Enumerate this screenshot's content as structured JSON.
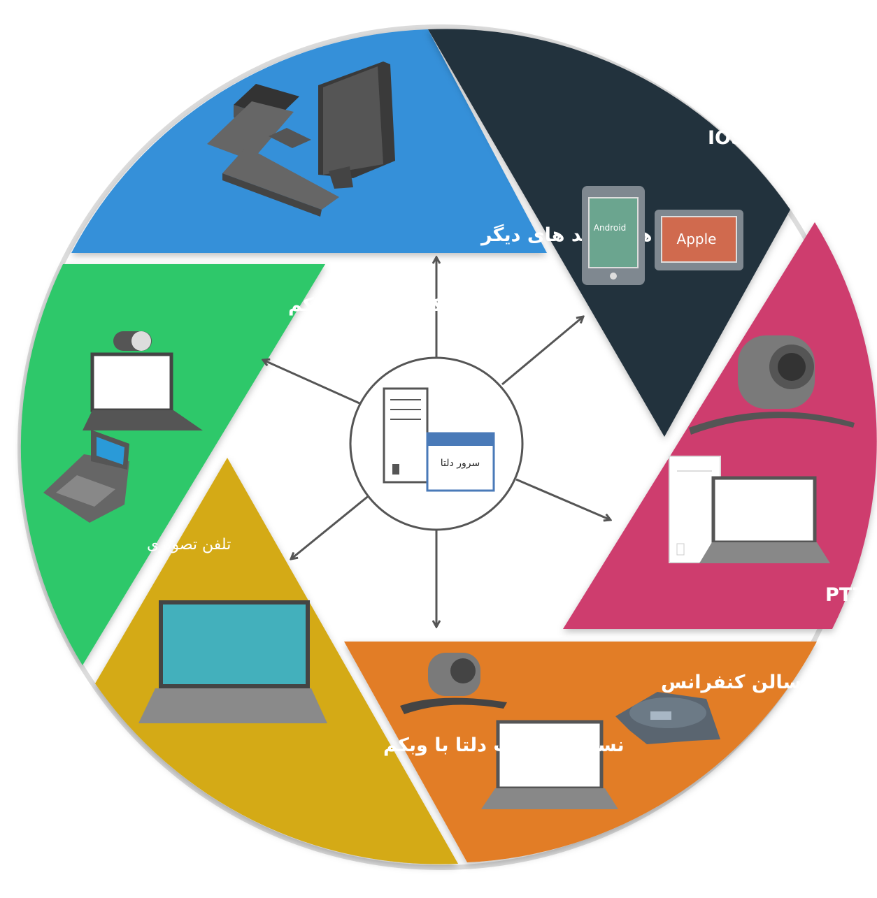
{
  "center": {
    "label": "سرور دلتا"
  },
  "segments": [
    {
      "id": "other-brands",
      "label": "پایانه های برند های دیگر",
      "color": "#3590d9"
    },
    {
      "id": "mobile",
      "label": "نسخه اندروید،IOS",
      "color": "#22303c",
      "devices": {
        "android_label": "Android",
        "apple_label": "Apple"
      }
    },
    {
      "id": "ptz",
      "label": "نسخه دسکتاپ دلتا PTZ",
      "color": "#ce3c6e"
    },
    {
      "id": "conference",
      "label": "سالن کنفرانس",
      "color": "#e27d25"
    },
    {
      "id": "desktop-webcam",
      "label": "نسخه دسکتاپ دلتا با وبکم",
      "color": "#d4aa16"
    },
    {
      "id": "desktop-webcam-phone",
      "label": "نسخه دسکتاپ دلتا با وبکم",
      "sublabel": "تلفن تصویری",
      "color": "#2ec86a"
    }
  ]
}
